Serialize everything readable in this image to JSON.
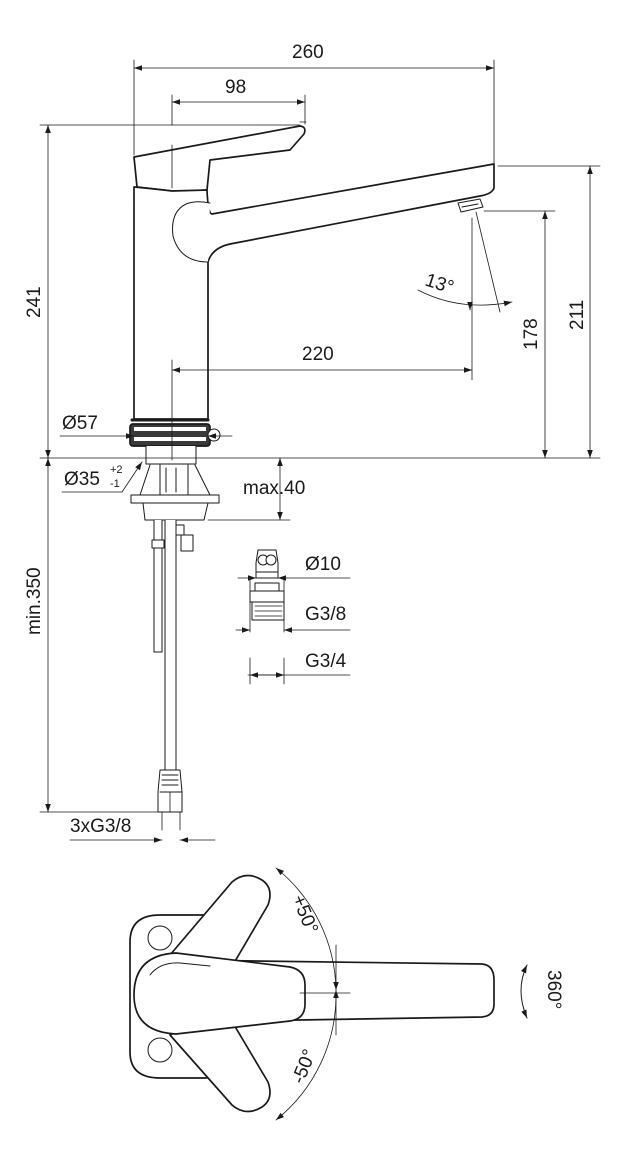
{
  "dimensions": {
    "overall_length": "260",
    "lever_length": "98",
    "overall_height": "241",
    "spout_outlet_height": "211",
    "aerator_height": "178",
    "spout_reach": "220",
    "aerator_angle": "13°",
    "base_diameter": "Ø57",
    "hole_diameter": "Ø35",
    "hole_tol_upper": "+2",
    "hole_tol_lower": "-1",
    "max_deck_thickness": "max.40",
    "min_hose_length": "min.350",
    "compression_diameter": "Ø10",
    "thread_small": "G3/8",
    "thread_large": "G3/4",
    "hose_connections": "3xG3/8",
    "lever_rotation_plus": "+50°",
    "lever_rotation_minus": "-50°",
    "spout_rotation": "360°"
  }
}
